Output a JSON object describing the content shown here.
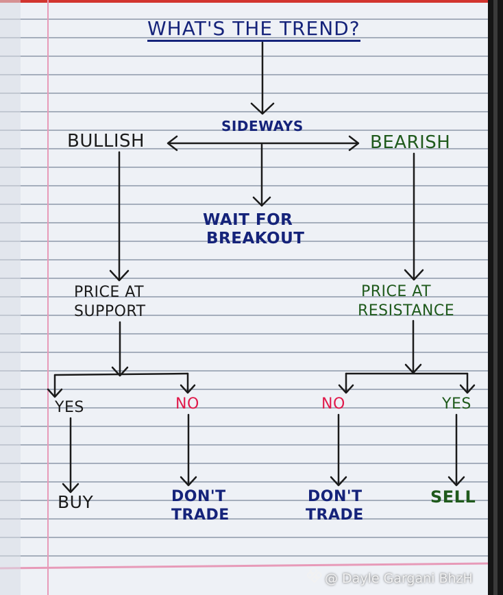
{
  "diagram": {
    "title": "WHAT'S THE TREND?",
    "nodes": {
      "sideways": "SIDEWAYS",
      "bullish": "BULLISH",
      "bearish": "BEARISH",
      "wait_line1": "WAIT FOR",
      "wait_line2": "BREAKOUT",
      "support_line1": "PRICE AT",
      "support_line2": "SUPPORT",
      "resistance_line1": "PRICE AT",
      "resistance_line2": "RESISTANCE",
      "left_yes": "YES",
      "left_no": "NO",
      "right_no": "NO",
      "right_yes": "YES",
      "buy": "BUY",
      "dont_trade_left_1": "DON'T",
      "dont_trade_left_2": "TRADE",
      "dont_trade_right_1": "DON'T",
      "dont_trade_right_2": "TRADE",
      "sell": "SELL"
    },
    "colors": {
      "blue_ink": "#15237a",
      "black_ink": "#1a1a1a",
      "green_ink": "#1f5a1c",
      "red_ink": "#e0194a",
      "paper": "#eef1f6",
      "margin_line": "#e79ab8"
    }
  },
  "watermark": {
    "text": "@ Dayle Gargani BhzH",
    "icon": "diamond-logo-icon"
  }
}
